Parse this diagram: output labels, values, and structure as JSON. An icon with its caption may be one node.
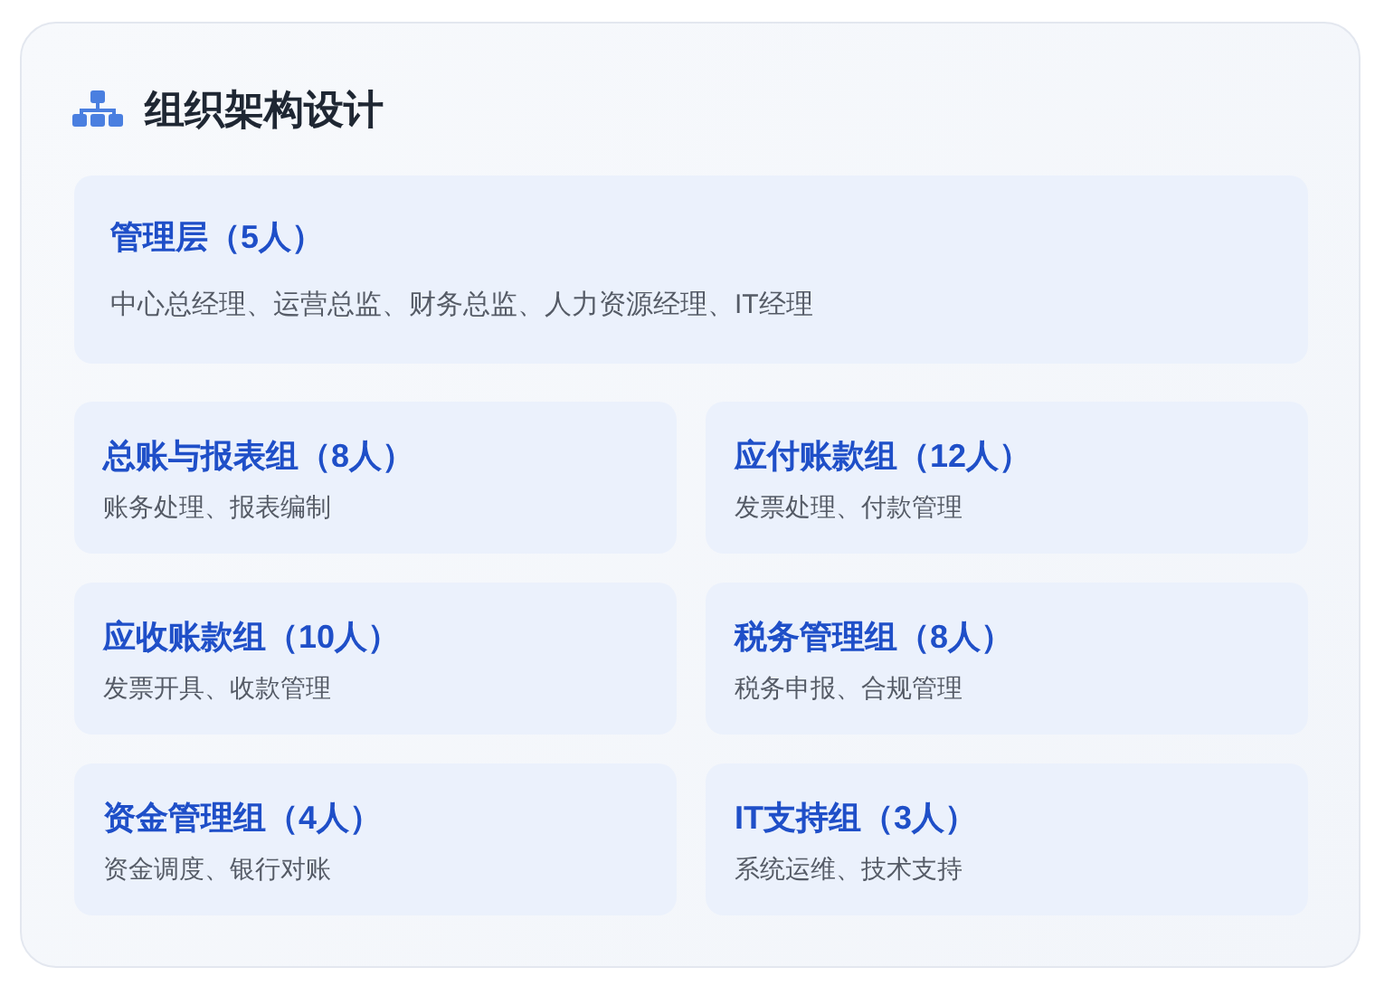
{
  "diagram": {
    "title": "组织架构设计",
    "nodes": [
      {
        "text": [
          "管理层（5人）",
          "中心总经理、运营总监、财务总监、人力资源经理、IT经理"
        ]
      },
      {
        "text": [
          "总账与报表组（8人）",
          "账务处理、报表编制"
        ]
      },
      {
        "text": [
          "应付账款组（12人）",
          "发票处理、付款管理"
        ]
      },
      {
        "text": [
          "应收账款组（10人）",
          "发票开具、收款管理"
        ]
      },
      {
        "text": [
          "税务管理组（8人）",
          "税务申报、合规管理"
        ]
      },
      {
        "text": [
          "资金管理组（4人）",
          "资金调度、银行对账"
        ]
      },
      {
        "text": [
          "IT支持组（3人）",
          "系统运维、技术支持"
        ]
      }
    ]
  }
}
